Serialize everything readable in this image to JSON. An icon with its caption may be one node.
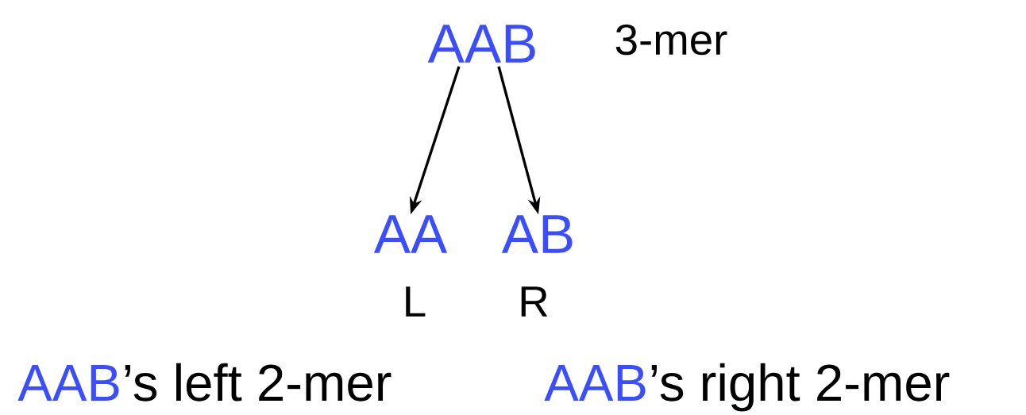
{
  "diagram": {
    "nodes": [
      {
        "text": [
          "AAB"
        ],
        "beside": [
          "3-mer"
        ]
      },
      {
        "text": [
          "AA"
        ],
        "beside": [
          "L"
        ]
      },
      {
        "text": [
          "AB"
        ],
        "beside": [
          "R"
        ]
      }
    ],
    "edges": [
      {
        "from": 0,
        "to": 1,
        "arrow": "to"
      },
      {
        "from": 0,
        "to": 2,
        "arrow": "to"
      }
    ],
    "labels": [
      "AAB",
      "’s left 2-mer",
      "AAB",
      "’s right 2-mer"
    ]
  }
}
